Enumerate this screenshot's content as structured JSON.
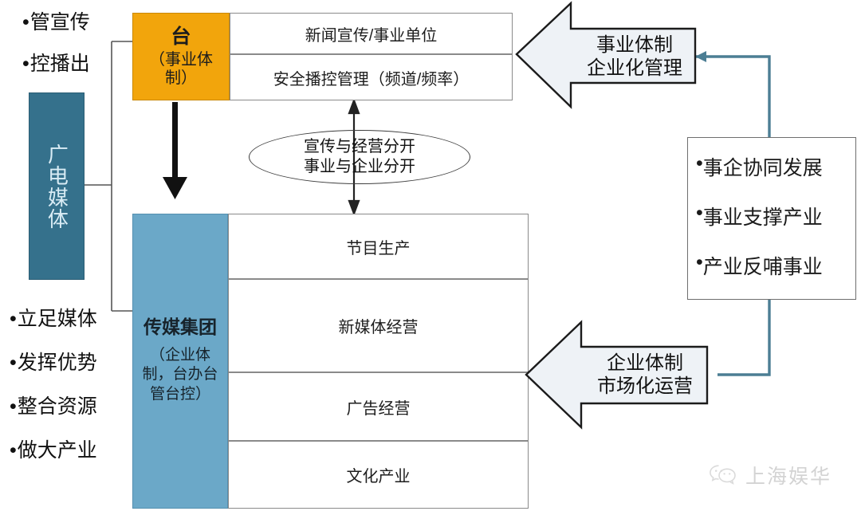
{
  "left": {
    "top_bullets": [
      "管宣传",
      "控播出"
    ],
    "vertical_label": "广电媒体",
    "bottom_bullets": [
      "立足媒体",
      "发挥优势",
      "整合资源",
      "做大产业"
    ],
    "bullet_char": "•"
  },
  "station": {
    "title": "台",
    "subtitle": "（事业体制）",
    "rows": [
      "新闻宣传/事业单位",
      "安全播控管理（频道/频率）"
    ]
  },
  "ellipse": {
    "line1": "宣传与经营分开",
    "line2": "事业与企业分开"
  },
  "group": {
    "title": "传媒集团",
    "subtitle": "（企业体制，台办台管台控）",
    "rows": [
      "节目生产",
      "新媒体经营",
      "广告经营",
      "文化产业"
    ]
  },
  "arrows": {
    "top": {
      "line1": "事业体制",
      "line2": "企业化管理"
    },
    "bottom": {
      "line1": "企业体制",
      "line2": "市场化运营"
    }
  },
  "right_box": {
    "bullets": [
      "事企协同发展",
      "事业支撑产业",
      "产业反哺事业"
    ],
    "bullet_char": "•"
  },
  "watermark": {
    "text": "上海娱华",
    "icon": "wechat-icon"
  },
  "colors": {
    "orange": "#F2A50C",
    "teal_dark": "#35718C",
    "blue_light": "#6BA8C8",
    "connector_teal": "#4C7E94",
    "arrow_fill": "#EEF2F6",
    "stroke_gray": "#8a8a8a"
  }
}
